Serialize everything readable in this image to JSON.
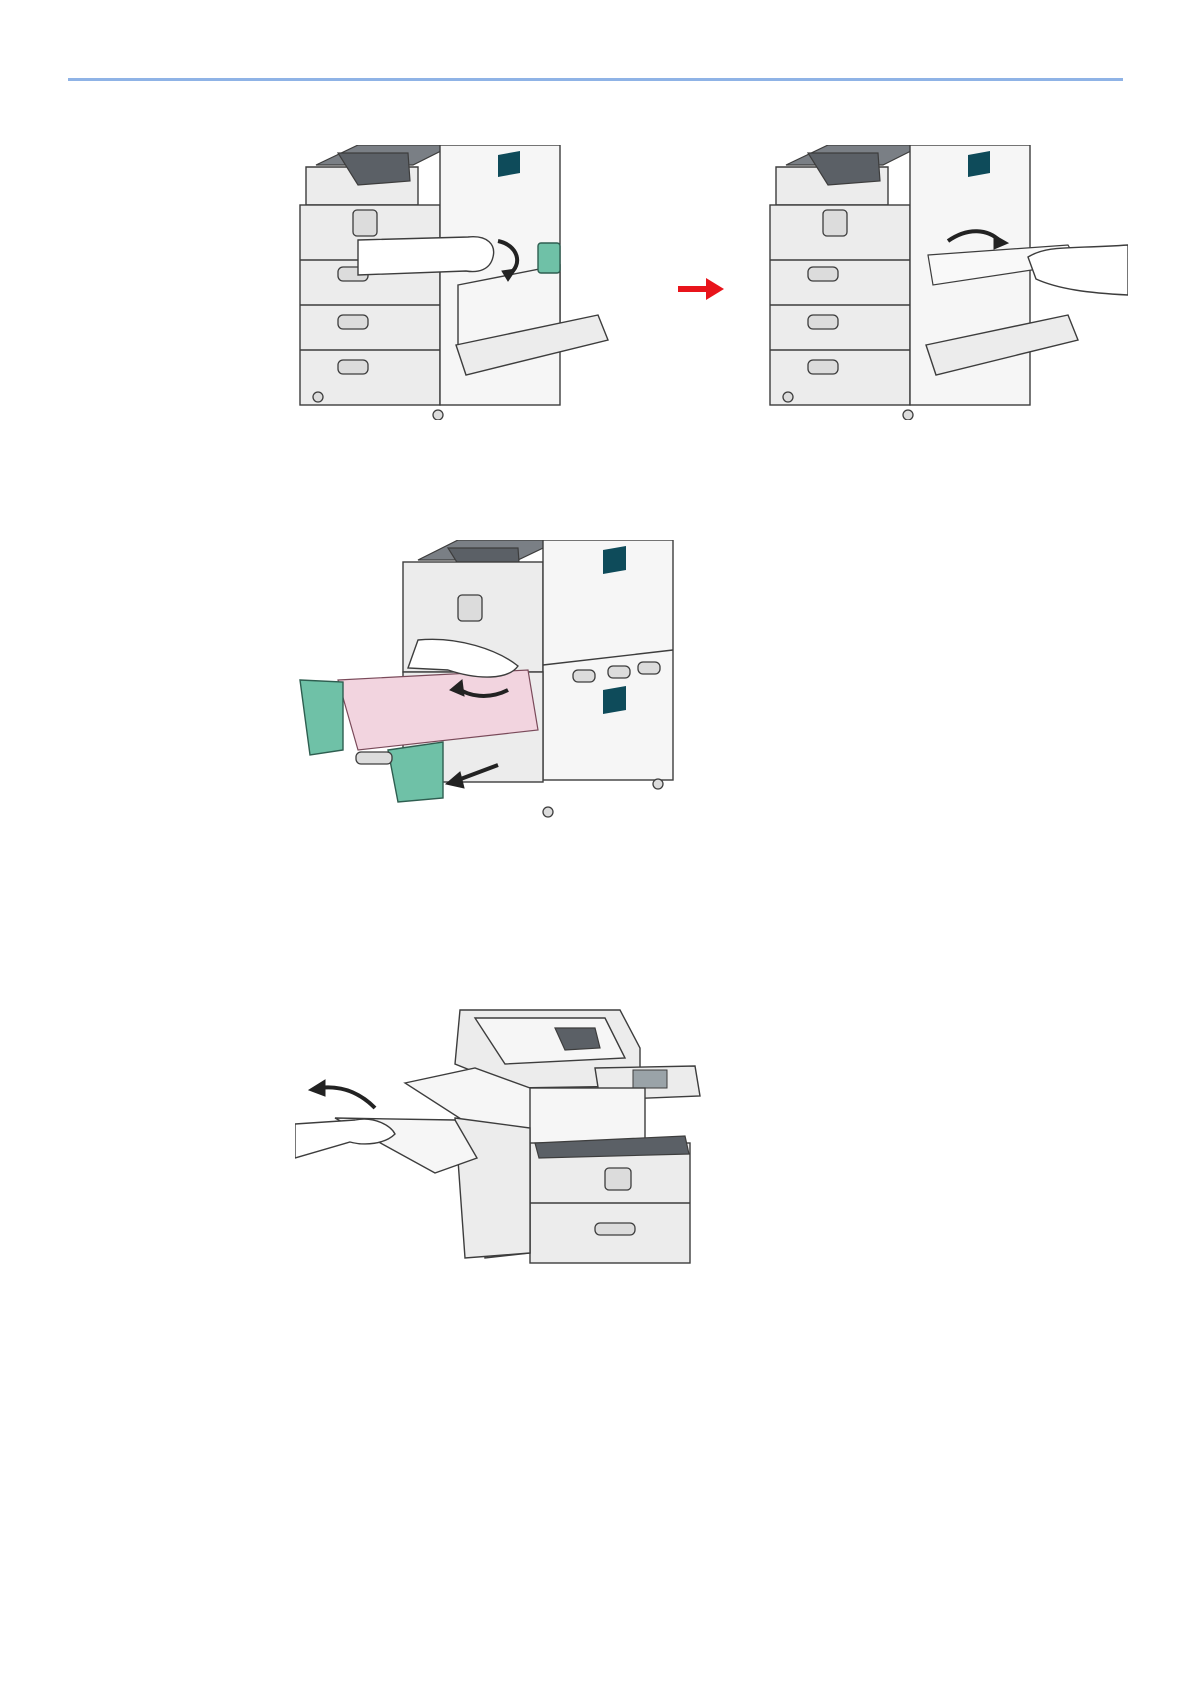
{
  "page": {
    "rule_color": "#8fb3e6",
    "step_arrow_color": "#e8141b",
    "accent_color": "#6fc1a7"
  },
  "figures": [
    {
      "id": "fig1a",
      "depicts": "open-right-cover-lever-illustration"
    },
    {
      "id": "fig1b",
      "depicts": "remove-jammed-paper-illustration"
    },
    {
      "id": "fig2",
      "depicts": "pull-out-drawer-remove-paper-illustration"
    },
    {
      "id": "fig3",
      "depicts": "open-finisher-cover-illustration"
    }
  ]
}
